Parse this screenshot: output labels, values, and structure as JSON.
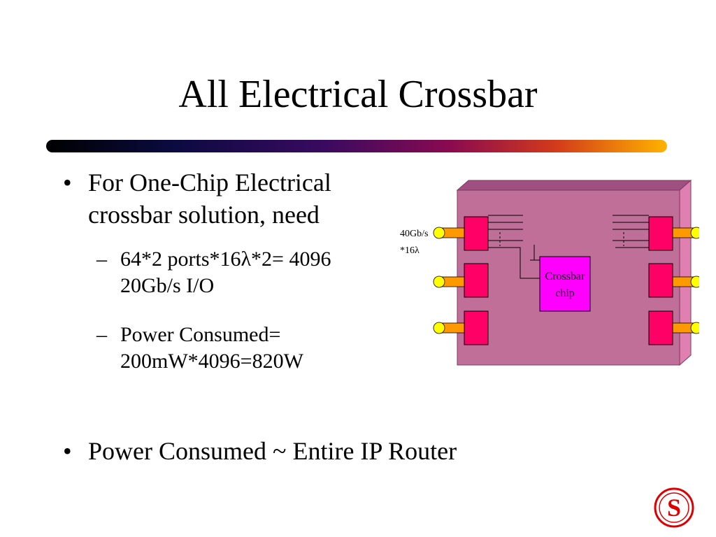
{
  "slide": {
    "title": "All Electrical Crossbar",
    "bullets": [
      {
        "text": "For One-Chip Electrical crossbar solution, need"
      },
      {
        "text": "Power Consumed ~ Entire IP Router"
      }
    ],
    "sub_bullets": [
      {
        "text": "64*2 ports*16λ*2= 4096  20Gb/s I/O"
      },
      {
        "text": "Power Consumed= 200mW*4096=820W"
      }
    ],
    "bullet_glyph": "•",
    "dash_glyph": "–"
  },
  "diagram": {
    "rate_label": "40Gb/s",
    "wavelength_label": "*16λ",
    "chip_label_line1": "Crossbar",
    "chip_label_line2": "chip",
    "colors": {
      "board_face": "#c07098",
      "board_top": "#a05080",
      "board_side": "#e080b0",
      "linecard": "#ff0066",
      "crossbar_chip": "#ff00ff",
      "connector": "#ff9900",
      "connector_end": "#ffff00"
    }
  },
  "logo": {
    "letter": "S",
    "color": "#dd0000"
  }
}
